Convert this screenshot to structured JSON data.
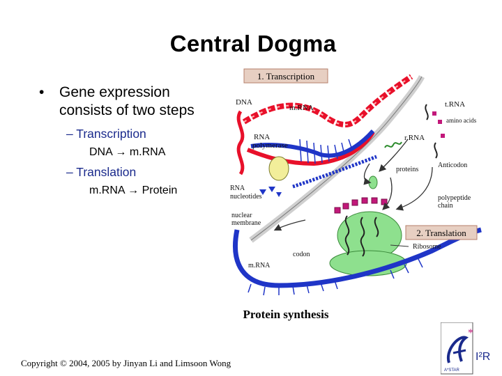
{
  "slide": {
    "title": "Central Dogma",
    "bullet": {
      "line1": "Gene expression",
      "line2": "consists of two steps",
      "sub1": "Transcription",
      "sub1_detail_from": "DNA",
      "sub1_detail_to": "m.RNA",
      "sub2": "Translation",
      "sub2_detail_from": "m.RNA",
      "sub2_detail_to": "Protein"
    },
    "footer": "Copyright © 2004, 2005 by Jinyan Li and Limsoon Wong"
  },
  "figure": {
    "box_transcription": "1. Transcription",
    "box_translation": "2. Translation",
    "caption": "Protein synthesis",
    "labels": {
      "dna": "DNA",
      "mrna_top": "m.RNA",
      "trna": "t.RNA",
      "amino_acids": "amino acids",
      "rrna": "r.RNA",
      "rna_polymerase_1": "RNA",
      "rna_polymerase_2": "polymerase",
      "anticodon": "Anticodon",
      "rna_nucleotides_1": "RNA",
      "rna_nucleotides_2": "nucleotides",
      "ribosomal_proteins": "proteins",
      "polypeptide_1": "polypeptide",
      "polypeptide_2": "chain",
      "nuclear_membrane_1": "nuclear",
      "nuclear_membrane_2": "membrane",
      "ribosome": "Ribosome",
      "codon": "codon",
      "mrna_bottom": "m.RNA"
    }
  },
  "logo": {
    "text": "I²R",
    "subtext": "A*STAR"
  },
  "colors": {
    "dna_red": "#e8102a",
    "rna_blue": "#1f35c7",
    "ribosome_green": "#8ee08e",
    "polymerase_yellow": "#f2ee9a",
    "box_fill": "#e7cfc2"
  }
}
